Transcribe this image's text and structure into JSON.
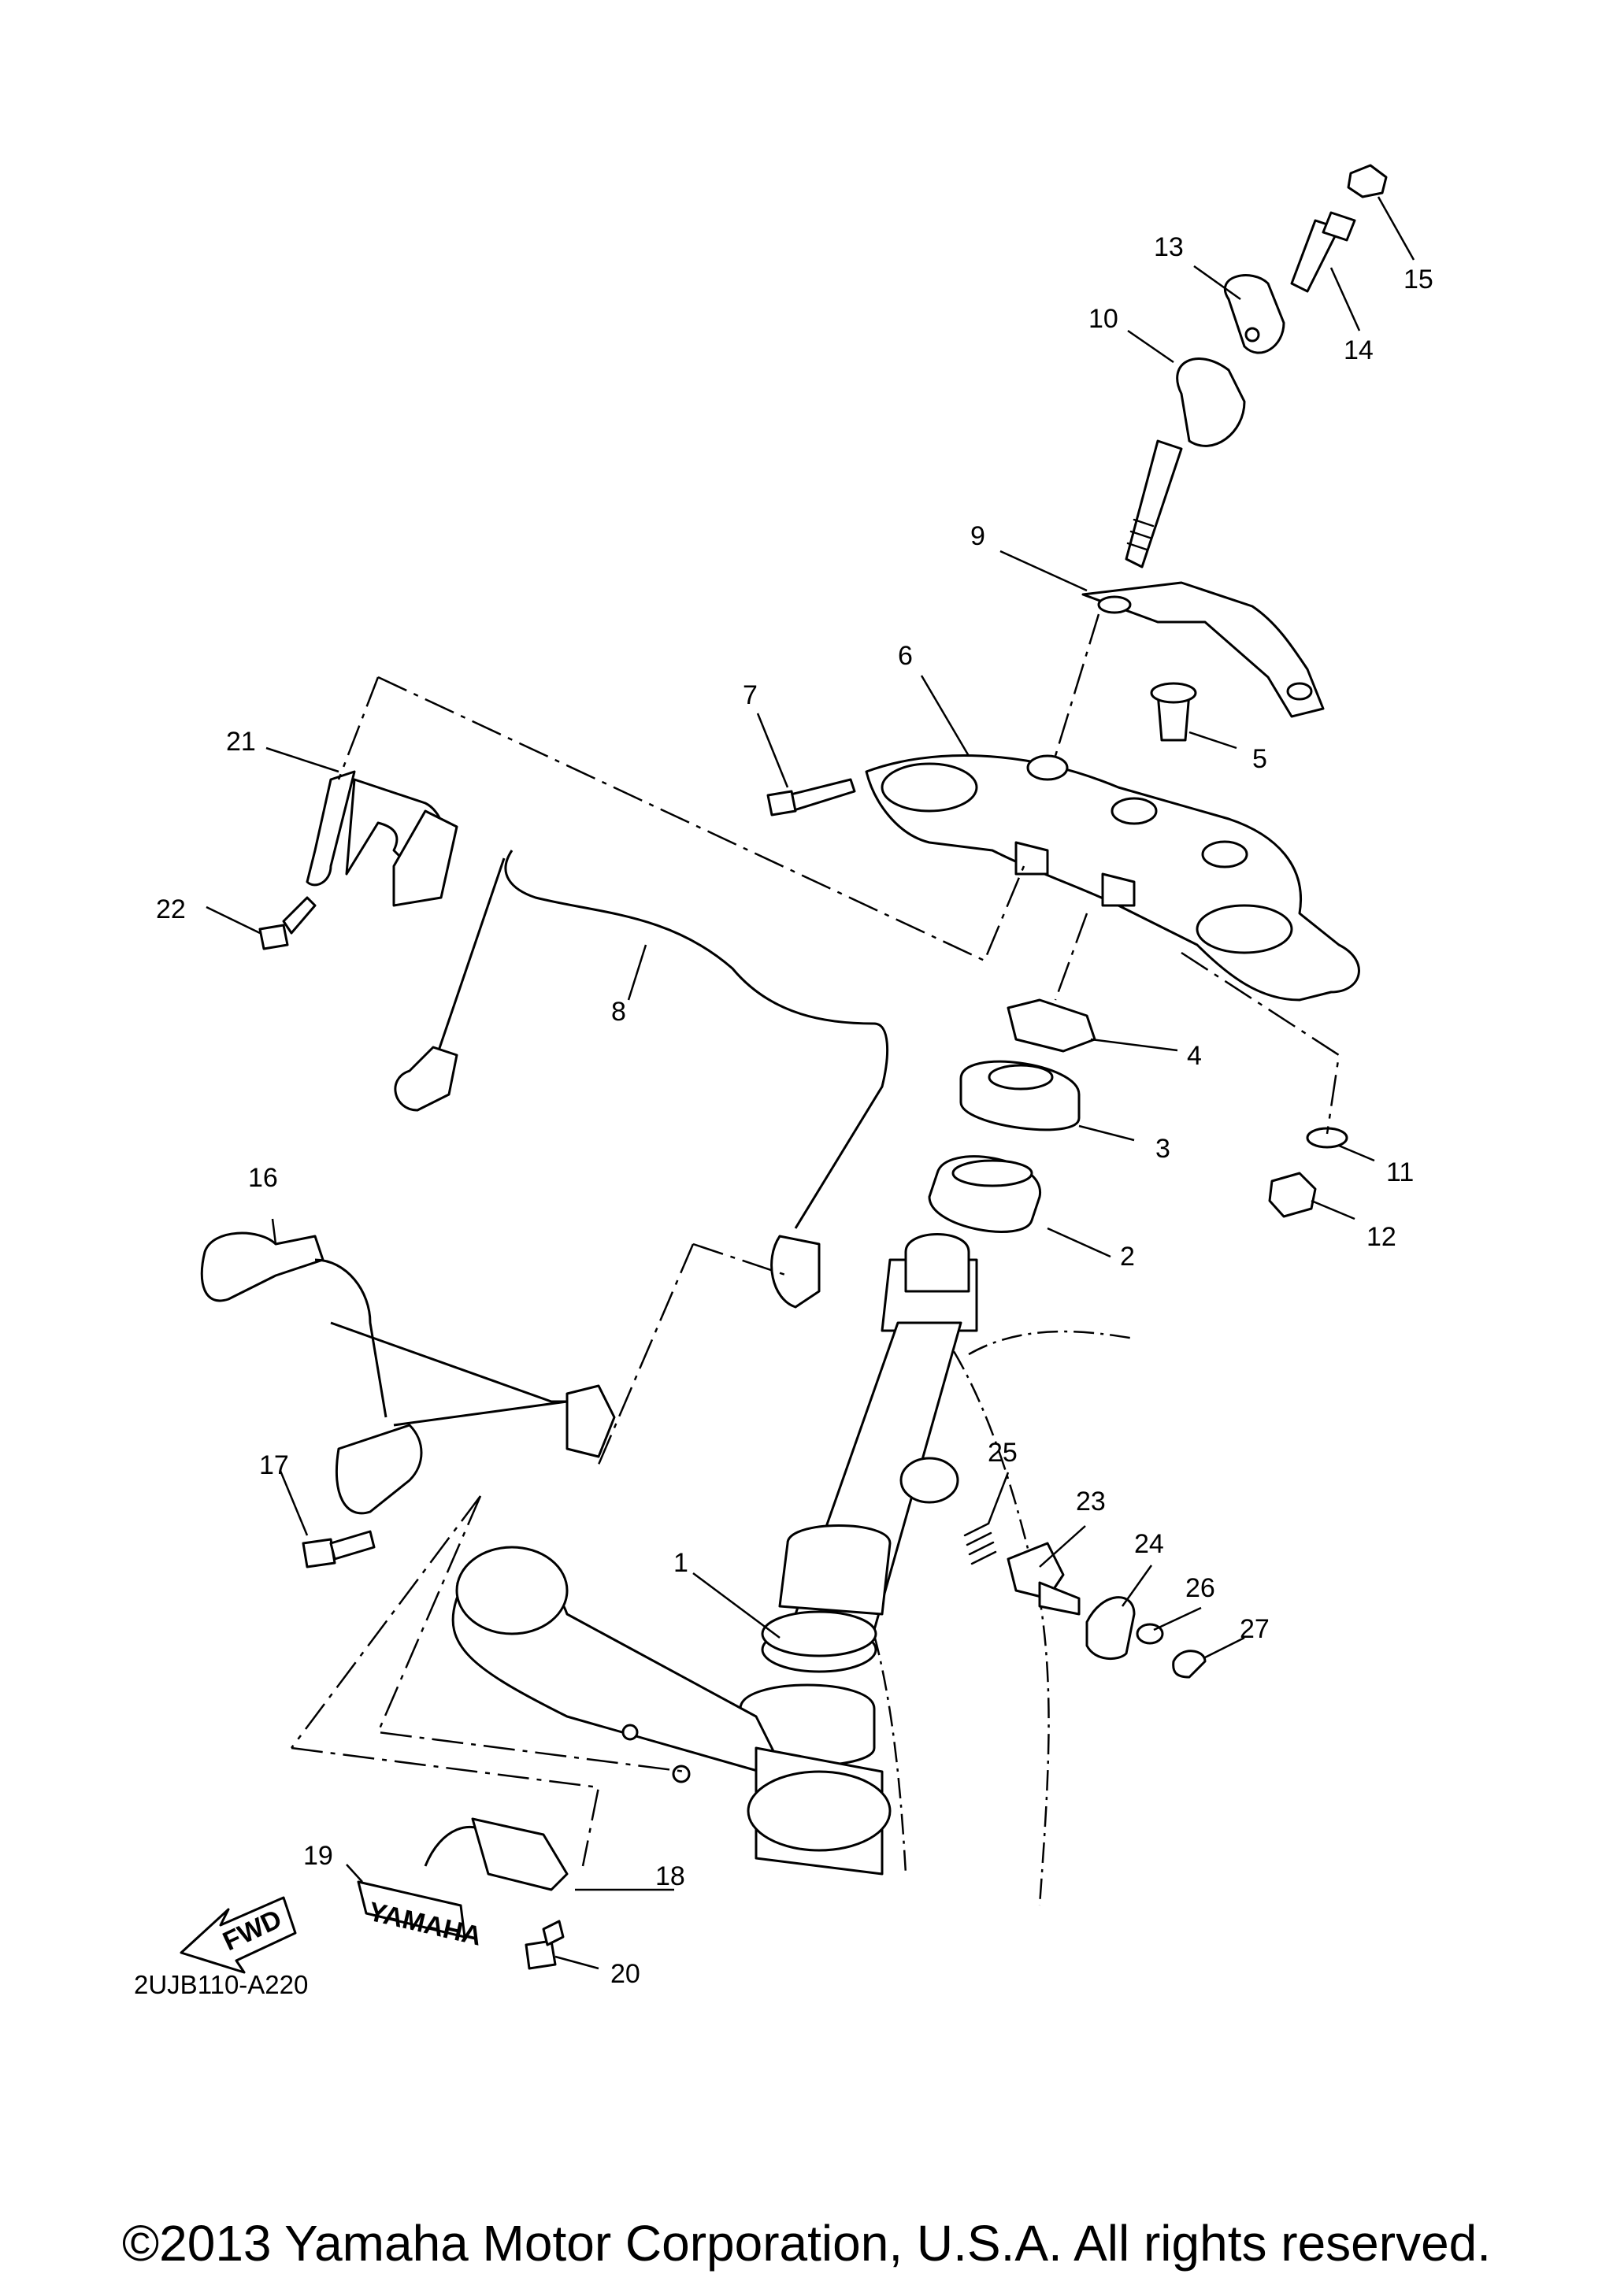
{
  "diagram": {
    "code": "2UJB110-A220",
    "copyright": "©2013 Yamaha Motor Corporation, U.S.A. All rights reserved.",
    "fwd_label": "FWD",
    "brand_label": "YAMAHA",
    "callouts": [
      "1",
      "2",
      "3",
      "4",
      "5",
      "6",
      "7",
      "8",
      "9",
      "10",
      "11",
      "12",
      "13",
      "14",
      "15",
      "16",
      "17",
      "18",
      "19",
      "20",
      "21",
      "22",
      "23",
      "24",
      "25",
      "26",
      "27"
    ]
  }
}
